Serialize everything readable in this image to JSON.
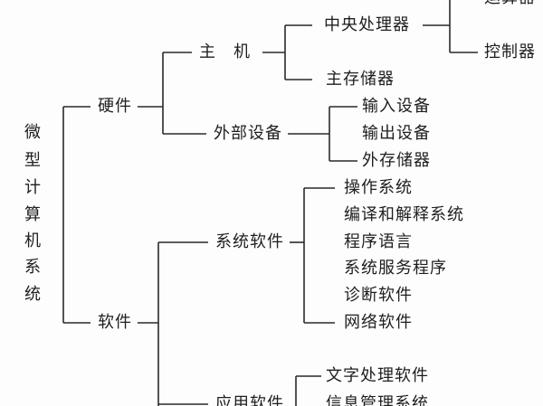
{
  "root": [
    "微",
    "型",
    "计",
    "算",
    "机",
    "系",
    "统"
  ],
  "hardware": {
    "label": "硬件",
    "host": {
      "label": "主　机",
      "cpu": {
        "label": "中央处理器",
        "children": [
          "运算器",
          "控制器"
        ]
      },
      "memory": "主存储器"
    },
    "peripherals": {
      "label": "外部设备",
      "children": [
        "输入设备",
        "输出设备",
        "外存储器"
      ]
    }
  },
  "software": {
    "label": "软件",
    "system": {
      "label": "系统软件",
      "children": [
        "操作系统",
        "编译和解释系统",
        "程序语言",
        "系统服务程序",
        "诊断软件",
        "网络软件"
      ]
    },
    "application": {
      "label": "应用软件",
      "children": [
        "文字处理软件",
        "信息管理系统"
      ]
    }
  }
}
